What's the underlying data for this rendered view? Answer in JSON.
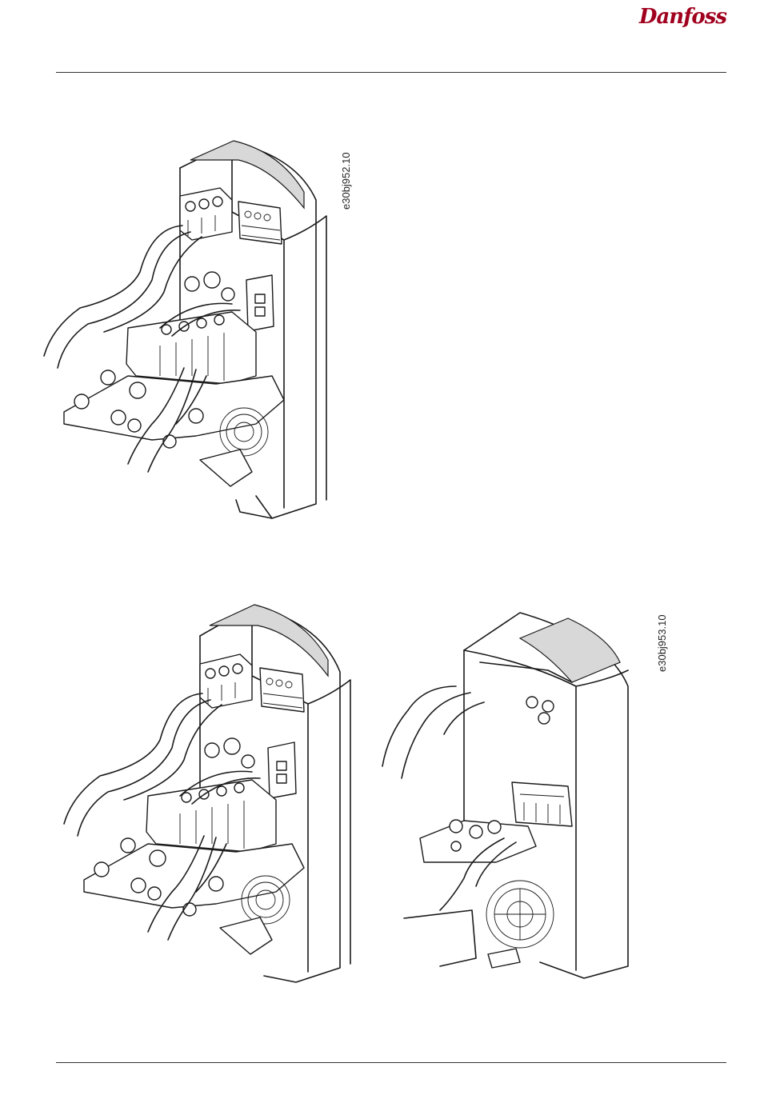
{
  "header": {
    "brand": "Danfoss"
  },
  "figures": [
    {
      "code": "e30bj952.10"
    },
    {
      "code": "e30bj953.10"
    }
  ]
}
